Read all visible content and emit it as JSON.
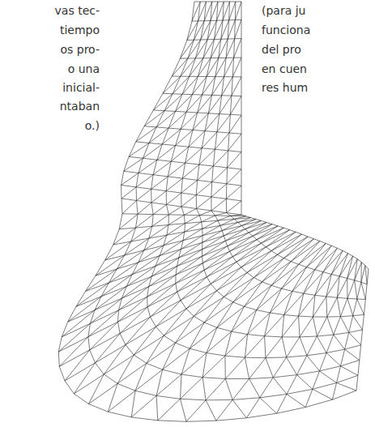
{
  "diagram": {
    "labels": [
      "vas tec-",
      "tiempo",
      "os pro-",
      "o una",
      "inicial-",
      "ntaban",
      "o.)",
      "(para ju",
      "funciona",
      "del pro",
      "en cuen",
      "res hum"
    ]
  }
}
